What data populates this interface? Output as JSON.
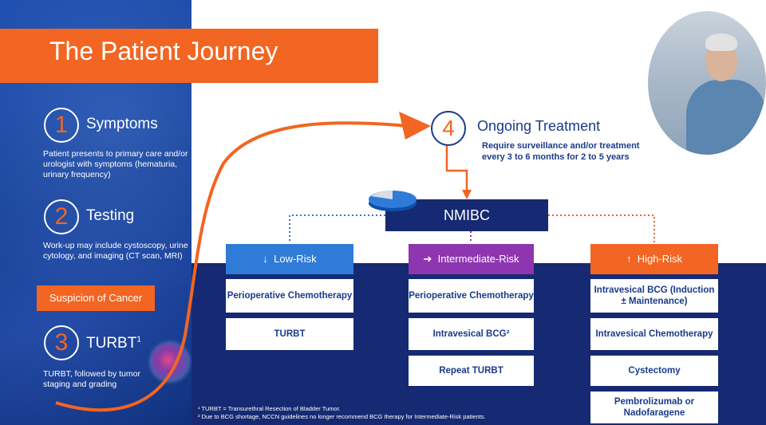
{
  "title": "The Patient Journey",
  "colors": {
    "orange": "#f26522",
    "navy": "#152a72",
    "blue": "#2f7bd8",
    "purple": "#8e35b0"
  },
  "steps": [
    {
      "number": "1",
      "title": "Symptoms",
      "description": "Patient presents to primary care and/or urologist with symptoms (hematuria, urinary frequency)"
    },
    {
      "number": "2",
      "title": "Testing",
      "description": "Work-up may include cystoscopy, urine cytology, and imaging (CT scan, MRI)"
    },
    {
      "number": "3",
      "title": "TURBT",
      "title_sup": "1",
      "description": "TURBT, followed by tumor staging and grading"
    }
  ],
  "suspicion": "Suspicion of Cancer",
  "step4": {
    "number": "4",
    "title": "Ongoing Treatment",
    "description": "Require surveillance and/or treatment every 3 to 6 months for 2 to 5 years"
  },
  "nmibc": "NMIBC",
  "risk_groups": [
    {
      "name": "Low-Risk",
      "arrow": "↓",
      "color": "#2f7bd8",
      "treatments": [
        "Perioperative Chemotherapy",
        "TURBT"
      ]
    },
    {
      "name": "Intermediate-Risk",
      "arrow": "➔",
      "color": "#8e35b0",
      "treatments": [
        "Perioperative Chemotherapy",
        "Intravesical BCG²",
        "Repeat TURBT"
      ]
    },
    {
      "name": "High-Risk",
      "arrow": "↑",
      "color": "#f26522",
      "treatments": [
        "Intravesical BCG (Induction ± Maintenance)",
        "Intravesical Chemotherapy",
        "Cystectomy",
        "Pembrolizumab or Nadofaragene"
      ]
    }
  ],
  "footnotes": [
    "¹ TURBT = Transurethral Resection of Bladder Tumor.",
    "² Due to BCG shortage, NCCN guidelines no longer recommend BCG therapy for Intermediate-Risk patients."
  ]
}
